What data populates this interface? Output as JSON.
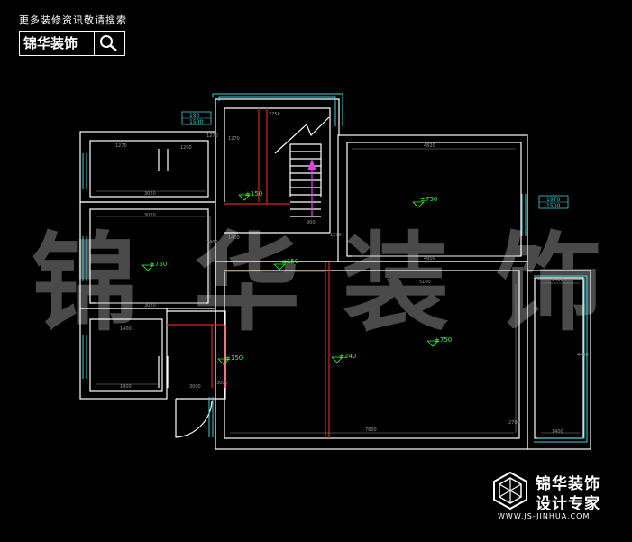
{
  "brand": {
    "tagline": "更多装修资讯敬请搜索",
    "name": "锦华装饰",
    "slogan": "设计专家",
    "url": "WWW.JS-JINHUA.COM",
    "watermark": [
      "锦",
      "华",
      "装",
      "饰"
    ]
  },
  "colors": {
    "background": "#000000",
    "wall": "#ffffff",
    "dim_line": "#8c8c8c",
    "red_line": "#e02020",
    "cyan_line": "#3fd0d8",
    "green_text": "#33ff33",
    "magenta_arrow": "#e040e0"
  },
  "levels": [
    "±150",
    "±150",
    "±150",
    "±240",
    "±750",
    "±750",
    "±750"
  ],
  "dimensions": {
    "top_left": [
      "1270",
      "1290",
      "3020",
      "3020",
      "3020",
      "1400",
      "1800"
    ],
    "stair": [
      "2750",
      "1270",
      "1400",
      "1270",
      "900"
    ],
    "right": [
      "4820",
      "4800",
      "5100",
      "7800",
      "1400",
      "4400",
      "1400"
    ],
    "side": [
      "1270",
      "1400",
      "3000",
      "3000",
      "2700"
    ]
  },
  "window_tags": [
    {
      "line1": "190",
      "line2": "1500"
    },
    {
      "line1": "1970",
      "line2": "1500"
    }
  ]
}
